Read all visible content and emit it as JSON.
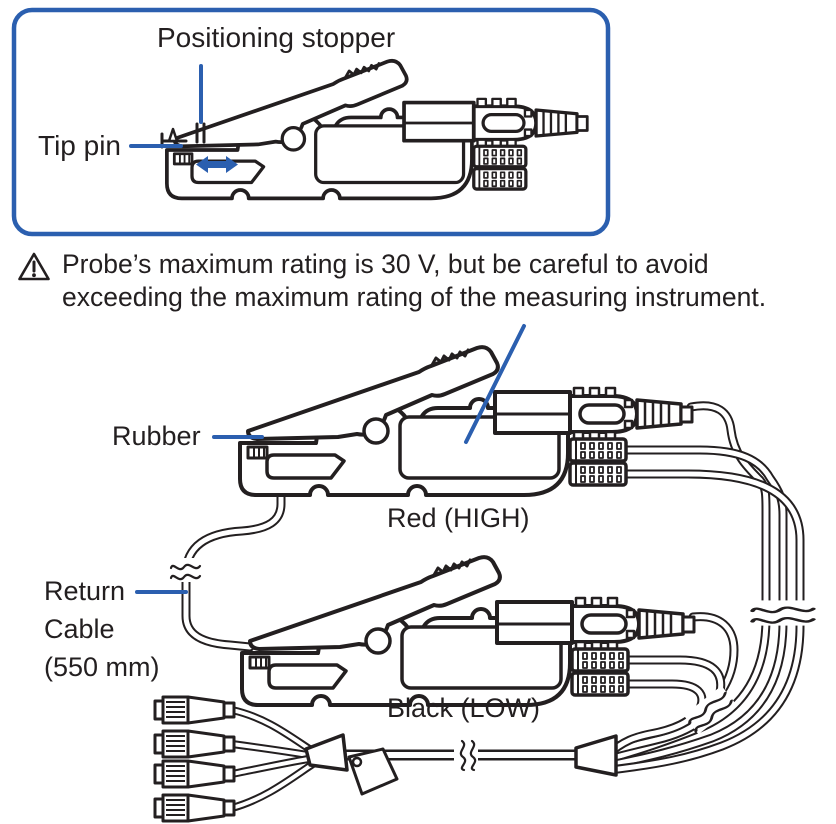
{
  "panel": {
    "positioning_stopper_label": "Positioning stopper",
    "tip_pin_label": "Tip pin"
  },
  "warning": {
    "line1": "Probe’s maximum rating is 30 V, but be careful to avoid",
    "line2": "exceeding the maximum rating of the measuring instrument."
  },
  "diagram": {
    "rubber_label": "Rubber",
    "red_probe_label": "Red (HIGH)",
    "black_probe_label": "Black (LOW)",
    "return_cable_label_lines": [
      "Return",
      "Cable",
      "(550 mm)"
    ]
  },
  "colors": {
    "callout_blue": "#2b5faf",
    "line_dark": "#231f20",
    "background": "#ffffff"
  },
  "icons": [
    "warning-triangle-icon",
    "double-arrow-icon"
  ]
}
